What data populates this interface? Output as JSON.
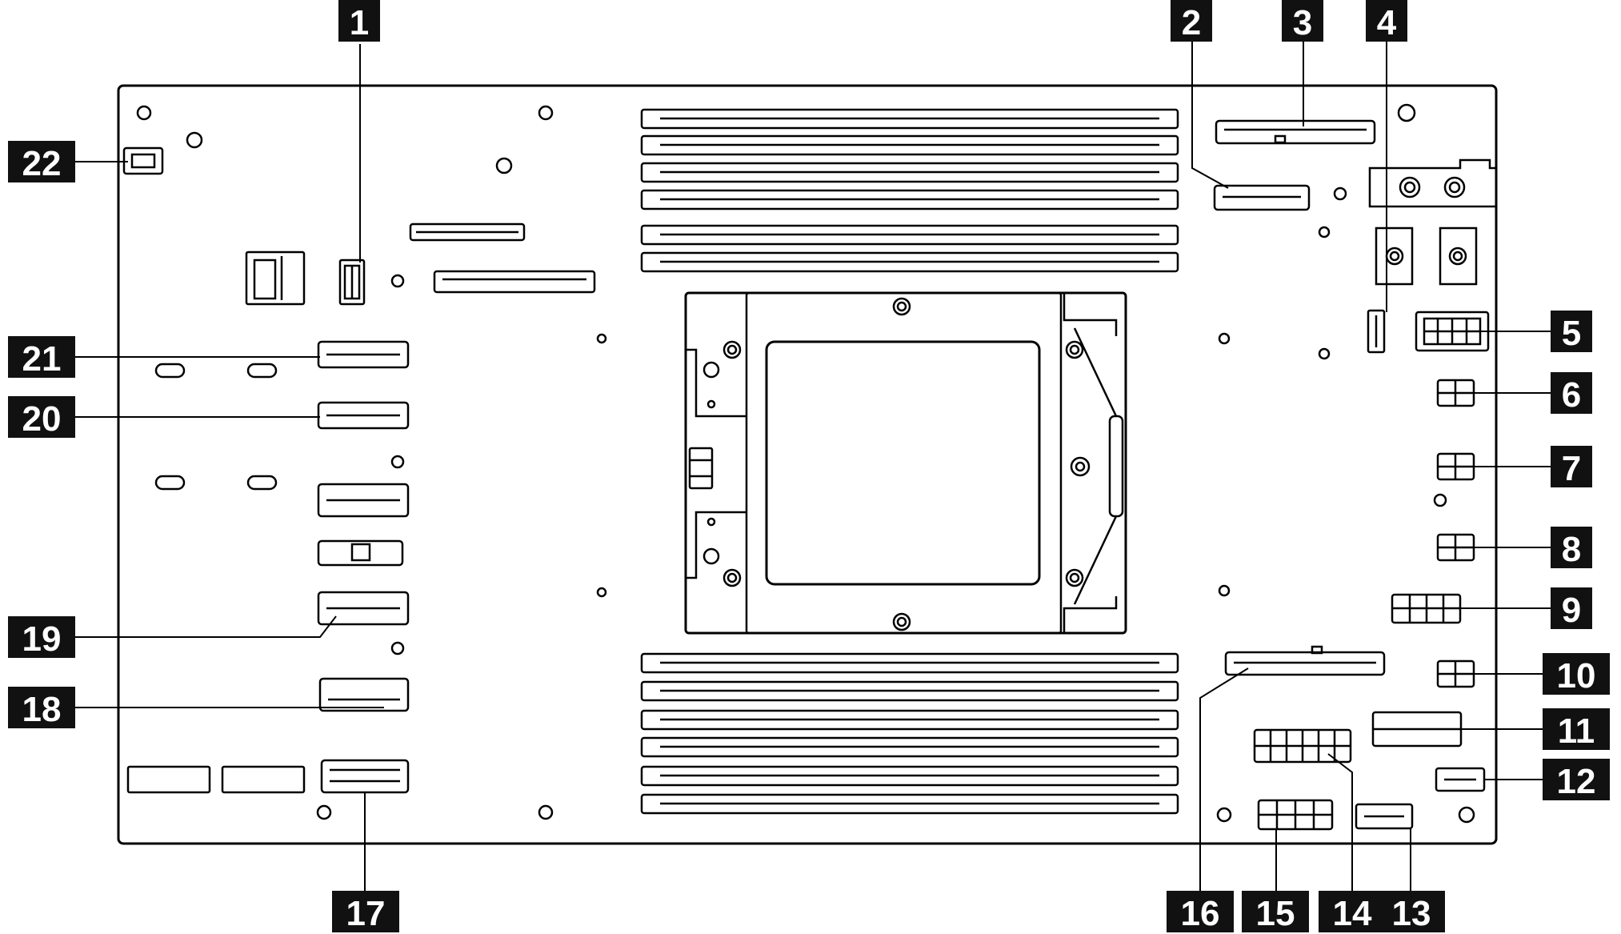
{
  "diagram": {
    "colors": {
      "line": "#000000",
      "callout_bg": "#111111",
      "callout_text": "#ffffff",
      "background": "#ffffff"
    },
    "callouts": [
      "1",
      "2",
      "3",
      "4",
      "5",
      "6",
      "7",
      "8",
      "9",
      "10",
      "11",
      "12",
      "13",
      "14",
      "15",
      "16",
      "17",
      "18",
      "19",
      "20",
      "21",
      "22"
    ]
  }
}
